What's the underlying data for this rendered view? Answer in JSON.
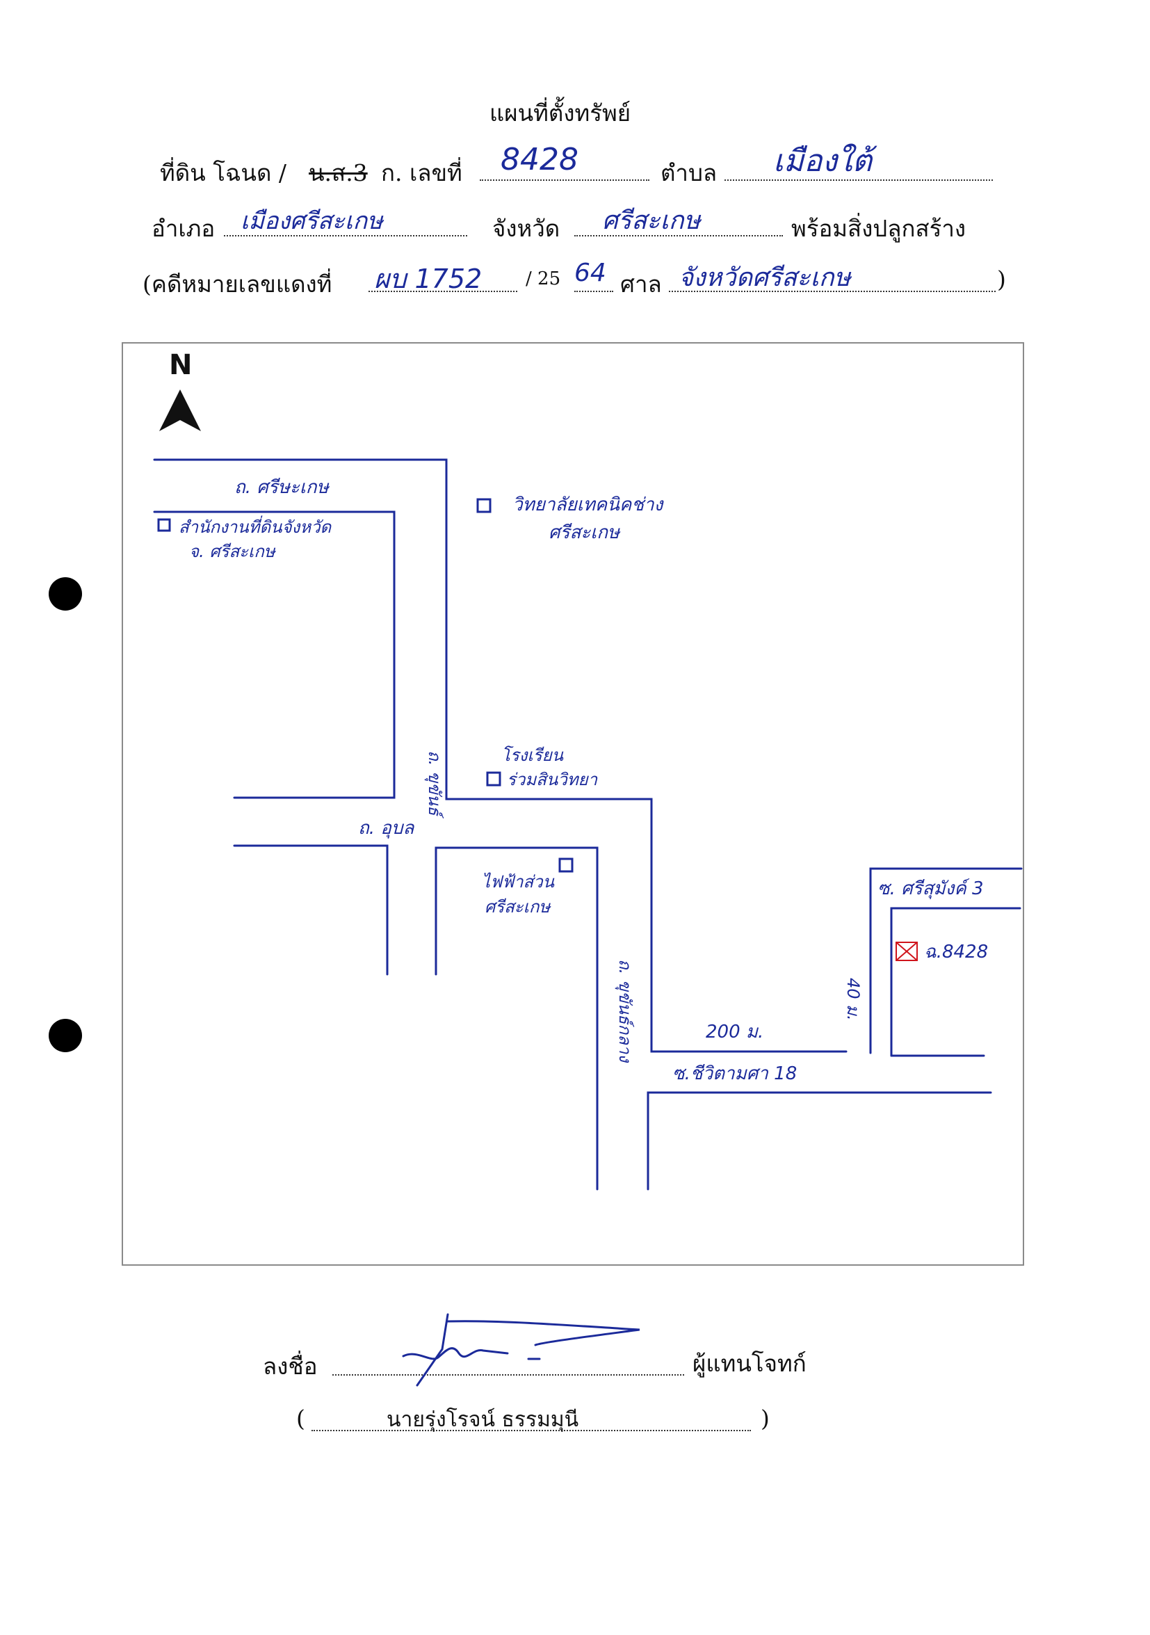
{
  "header": {
    "title": "แผนที่ตั้งทรัพย์",
    "land_prefix": "ที่ดิน โฉนด /",
    "land_struck": "น.ส.3",
    "land_suffix": "ก. เลขที่",
    "deed_number": "8428",
    "tambon_label": "ตำบล",
    "tambon_value": "เมืองใต้",
    "amphoe_label": "อำเภอ",
    "amphoe_value": "เมืองศรีสะเกษ",
    "province_label": "จังหวัด",
    "province_value": "ศรีสะเกษ",
    "buildings_text": "พร้อมสิ่งปลูกสร้าง",
    "case_label": "(คดีหมายเลขแดงที่",
    "case_number": "ผบ 1752",
    "year_prefix": "/ 25",
    "year_value": "64",
    "court_label": "ศาล",
    "court_value": "จังหวัดศรีสะเกษ",
    "close_paren": ")"
  },
  "map": {
    "north_label": "N",
    "labels": {
      "road_srisaket": "ถ. ศรีษะเกษ",
      "land_office_line1": "สำนักงานที่ดินจังหวัด",
      "land_office_line2": "จ. ศรีสะเกษ",
      "college_line1": "วิทยาลัยเทคนิคช่าง",
      "college_line2": "ศรีสะเกษ",
      "road_vertical_1": "ถ. ขุขันธ์",
      "road_ubon": "ถ. อุบล",
      "school_line1": "โรงเรียน",
      "school_line2": "ร่วมสินวิทยา",
      "electric_line1": "ไฟฟ้าส่วน",
      "electric_line2": "ศรีสะเกษ",
      "road_vertical_2": "ถ. ขุขันธ์กลาง",
      "soi_top": "ซ. ศรีสุมังค์ 3",
      "parcel": "ฉ.8428",
      "dist_40": "40 ม.",
      "dist_200": "200 ม.",
      "soi_bottom": "ซ.ชีวิตามศา 18"
    },
    "parcel_marker_color": "#d0141c",
    "ink_color": "#1b2a9a"
  },
  "signature": {
    "sign_label": "ลงชื่อ",
    "role": "ผู้แทนโจทก์",
    "open_paren": "(",
    "name": "นายรุ่งโรจน์ ธรรมมุนี",
    "close_paren": ")"
  }
}
